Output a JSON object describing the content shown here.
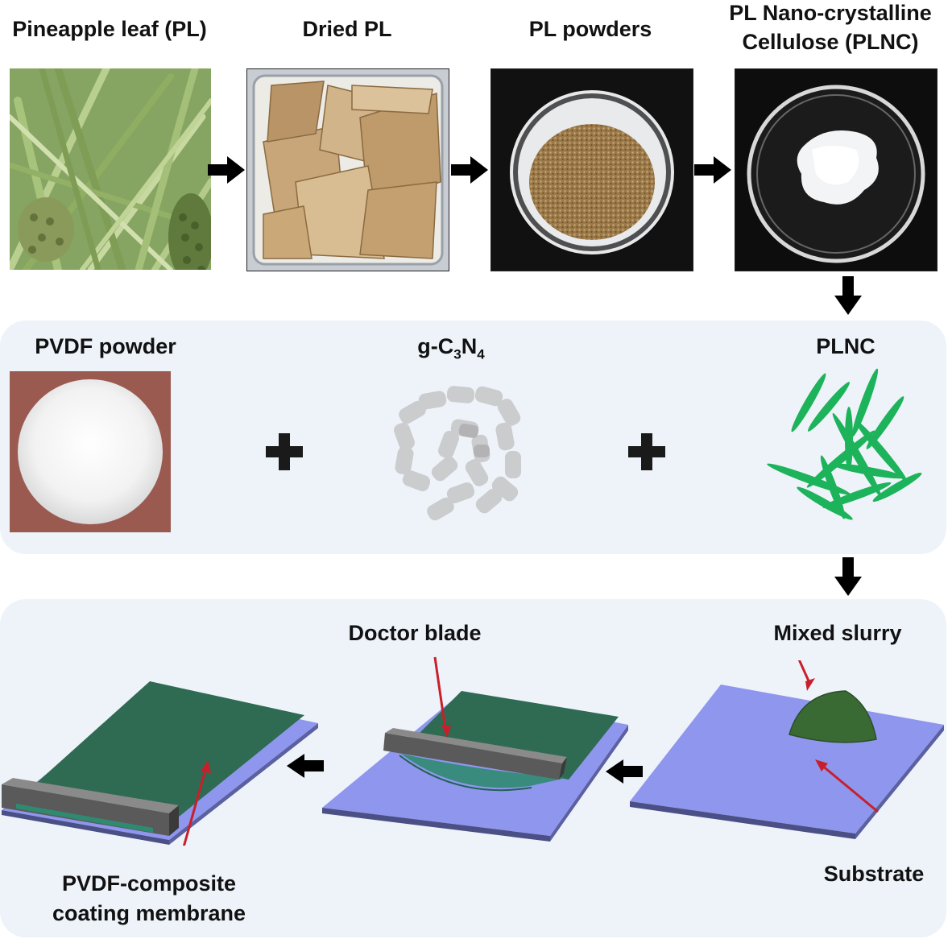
{
  "row1": {
    "step1_label": "Pineapple leaf (PL)",
    "step2_label": "Dried PL",
    "step3_label": "PL powders",
    "step4_label_line1": "PL Nano-crystalline",
    "step4_label_line2": "Cellulose (PLNC)"
  },
  "row2": {
    "pvdf_label": "PVDF powder",
    "gcn_label_prefix": "g-C",
    "gcn_sub1": "3",
    "gcn_mid": "N",
    "gcn_sub2": "4",
    "plnc_label": "PLNC"
  },
  "row3": {
    "doctor_blade_label": "Doctor blade",
    "mixed_slurry_label": "Mixed slurry",
    "substrate_label": "Substrate",
    "membrane_label_line1": "PVDF-composite",
    "membrane_label_line2": "coating membrane"
  },
  "colors": {
    "panel_bg": "#eef3fa",
    "substrate": "#8f96ee",
    "membrane": "#2f6b52",
    "slurry": "#3a6a34",
    "fiber_green": "#1db35a",
    "gcn_gray": "#c4c4c4",
    "pointer_red": "#c8202a"
  }
}
